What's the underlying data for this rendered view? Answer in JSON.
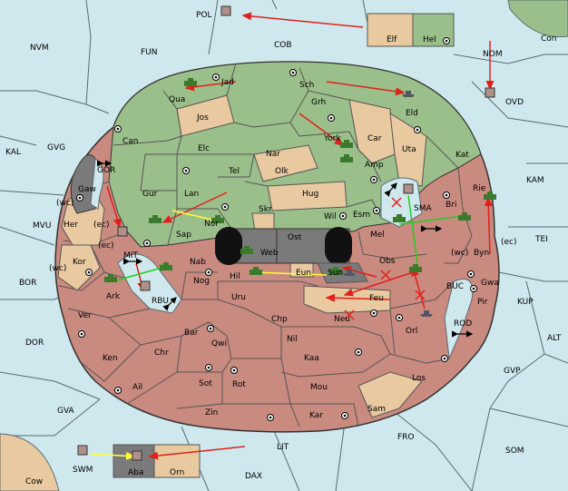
{
  "colors": {
    "sea": "#cfe8ee",
    "green": "#9bbf8a",
    "tan": "#e8c9a0",
    "red": "#c98a80",
    "gray": "#7a7a7a",
    "border": "#5a6a70",
    "order": "#e0201a",
    "support": "#ffff33",
    "convoy": "#22cc22"
  },
  "labels": {
    "pol": "POL",
    "nvm": "NVM",
    "fun": "FUN",
    "cob": "COB",
    "elf": "Elf",
    "hel": "Hel",
    "con": "Con",
    "nom": "NOM",
    "ovd": "OVD",
    "jad": "Jad",
    "sch": "Sch",
    "qua": "Qua",
    "jos": "Jos",
    "grh": "Grh",
    "eld": "Eld",
    "kal": "KAL",
    "gvg": "GVG",
    "can": "Can",
    "york": "York",
    "car": "Car",
    "uta": "Uta",
    "kat": "Kat",
    "elc": "Elc",
    "nar": "Nar",
    "amp": "Amp",
    "gor": "GOR",
    "tel": "Tel",
    "olk": "Olk",
    "kam": "KAM",
    "gaw": "Gaw",
    "gur": "Gur",
    "lan": "Lan",
    "hug": "Hug",
    "rie": "Rie",
    "sma": "SMA",
    "wc1": "(wc)",
    "mvu": "MVU",
    "her": "Her",
    "ec1": "(ec)",
    "nor": "Nor",
    "skr": "Skr",
    "wil": "Wil",
    "esm": "Esm",
    "bri": "Bri",
    "sap": "Sap",
    "ost": "Ost",
    "mel": "Mel",
    "byn": "Byn",
    "ec2": "(ec)",
    "tei": "TEI",
    "mit": "MIT",
    "web": "Web",
    "wc2": "(wc)",
    "ec3": "(ec)",
    "kor": "Kor",
    "wc3": "(wc)",
    "nab": "Nab",
    "obs": "Obs",
    "gwa": "Gwa",
    "bor": "BOR",
    "eun": "Eun",
    "sun": "Sun",
    "ark": "Ark",
    "hil": "Hil",
    "rbu": "RBU",
    "nog": "Nog",
    "buc": "BUC",
    "pir": "Pir",
    "kup": "KUP",
    "uru": "Uru",
    "feu": "Feu",
    "ver": "Ver",
    "chp": "Chp",
    "neu": "Neu",
    "orl": "Orl",
    "dor": "DOR",
    "bar": "Bar",
    "rod": "ROD",
    "alt": "ALT",
    "qwi": "Qwi",
    "nil": "Nil",
    "ken": "Ken",
    "chr": "Chr",
    "kaa": "Kaa",
    "gvp": "GVP",
    "ail": "Ail",
    "sot": "Sot",
    "rot": "Rot",
    "mou": "Mou",
    "los": "Los",
    "gva": "GVA",
    "zin": "Zin",
    "kar": "Kar",
    "sam": "Sam",
    "fro": "FRO",
    "lit": "LIT",
    "som": "SOM",
    "swm": "SWM",
    "aba": "Aba",
    "orn": "Orn",
    "dax": "DAX",
    "cow": "Cow"
  }
}
